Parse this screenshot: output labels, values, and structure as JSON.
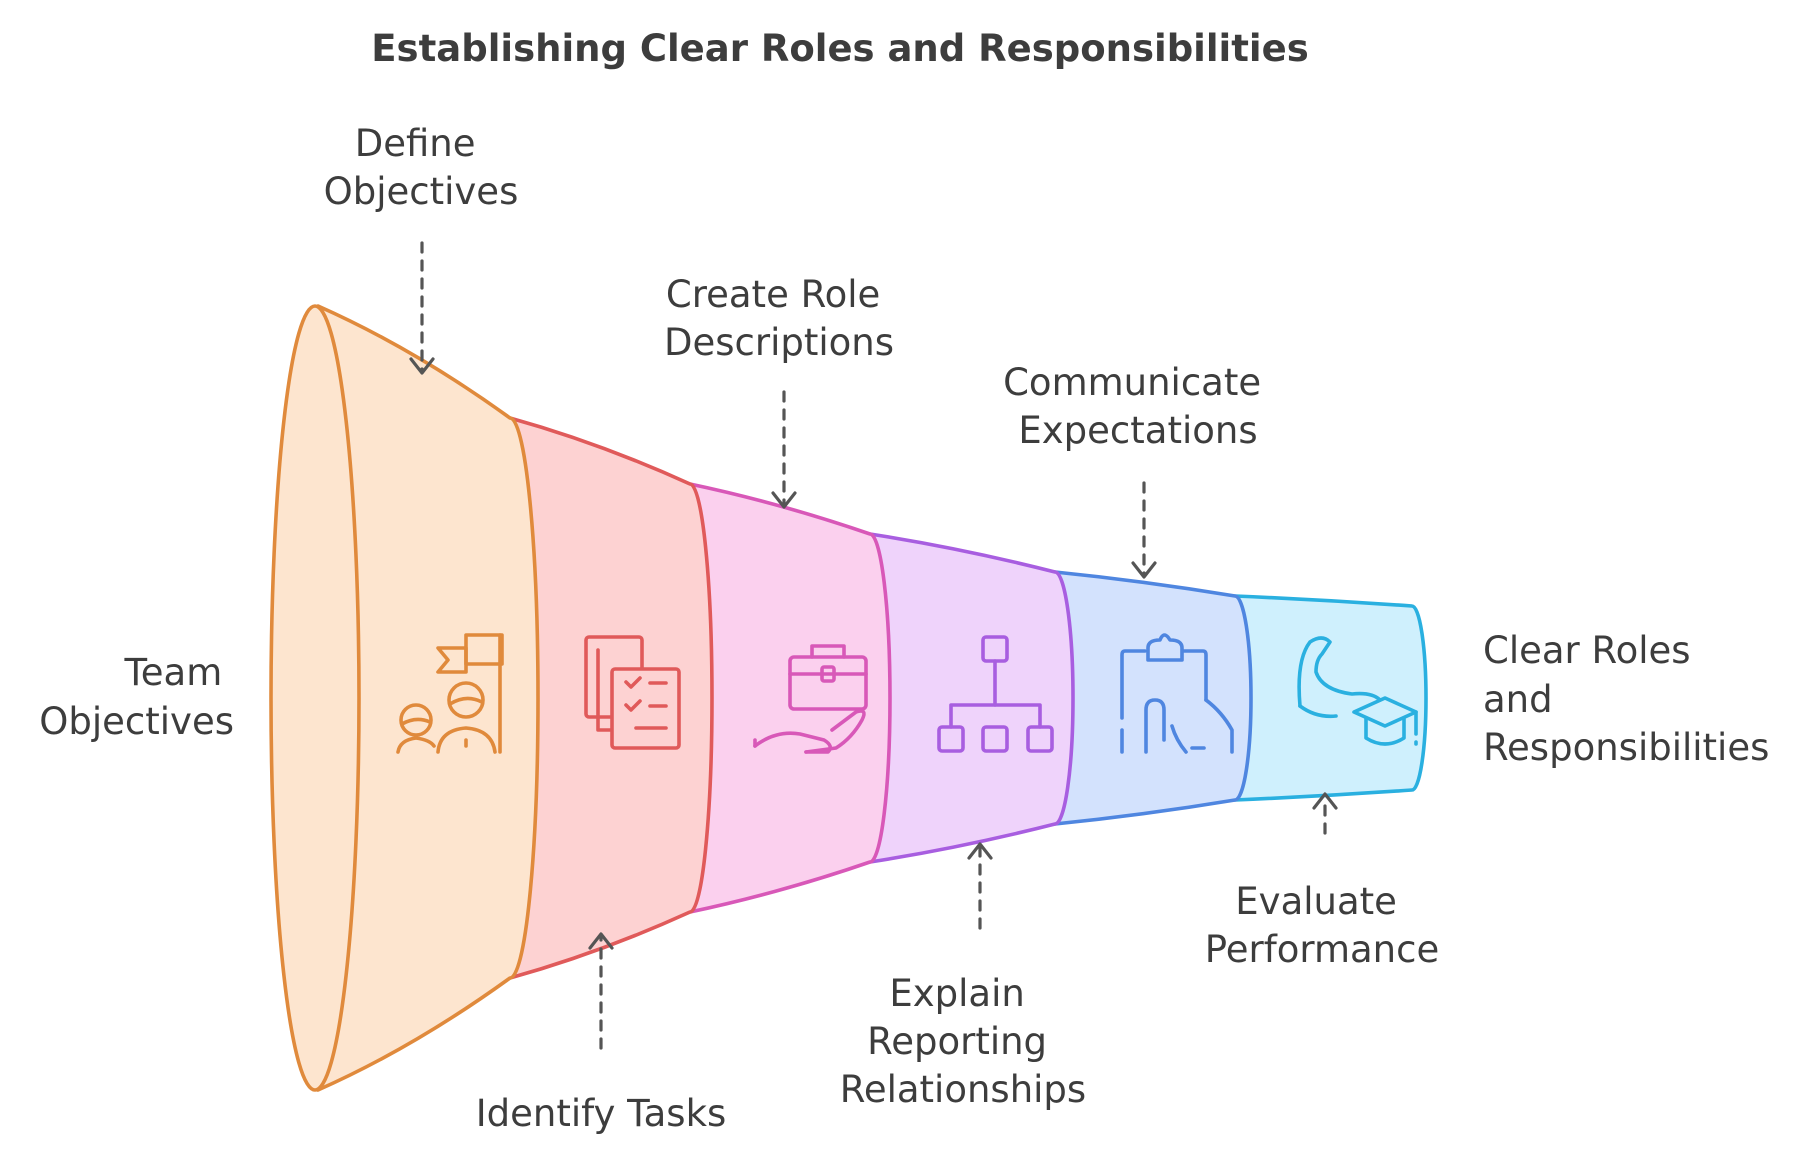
{
  "title": "Establishing Clear Roles and Responsibilities",
  "start_label": [
    "Team",
    "Objectives"
  ],
  "end_label": [
    "Clear Roles",
    "and",
    "Responsibilities"
  ],
  "stages": [
    {
      "label": [
        "Define",
        "Objectives"
      ],
      "icon": "team-goal-flag-icon",
      "position": "top",
      "stroke": "#e08a3c",
      "fill": "#fde5cf"
    },
    {
      "label": [
        "Identify Tasks"
      ],
      "icon": "task-checklist-icon",
      "position": "bottom",
      "stroke": "#e05a5a",
      "fill": "#fdd2d2"
    },
    {
      "label": [
        "Create Role",
        "Descriptions"
      ],
      "icon": "hand-briefcase-icon",
      "position": "top",
      "stroke": "#d858b8",
      "fill": "#fbd0ee"
    },
    {
      "label": [
        "Explain",
        "Reporting",
        "Relationships"
      ],
      "icon": "org-chart-icon",
      "position": "bottom",
      "stroke": "#a85ee0",
      "fill": "#efd3fb"
    },
    {
      "label": [
        "Communicate",
        "Expectations"
      ],
      "icon": "clipboard-hand-icon",
      "position": "top",
      "stroke": "#4f86e0",
      "fill": "#d3e2fd"
    },
    {
      "label": [
        "Evaluate",
        "Performance"
      ],
      "icon": "strength-graduation-icon",
      "position": "bottom",
      "stroke": "#2ab0e0",
      "fill": "#cff0fd"
    }
  ]
}
